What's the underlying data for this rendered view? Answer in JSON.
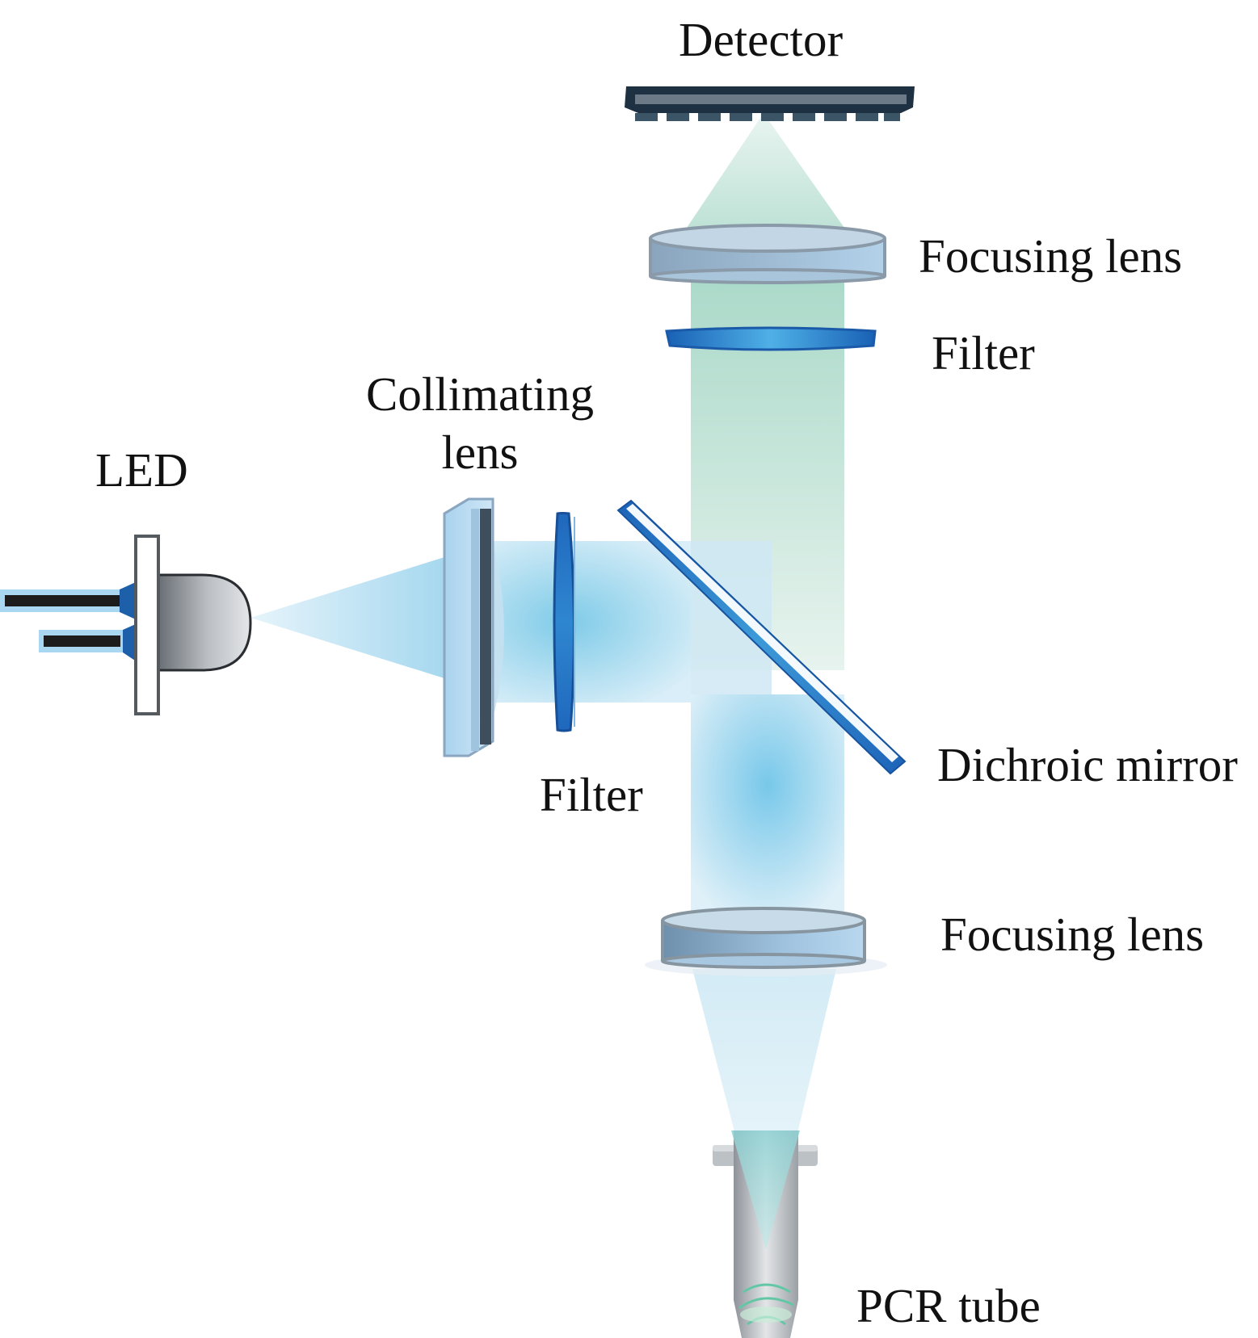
{
  "labels": {
    "detector": "Detector",
    "focusing_lens_top": "Focusing lens",
    "filter_top": "Filter",
    "collimating_lens_line1": "Collimating",
    "collimating_lens_line2": "lens",
    "led": "LED",
    "dichroic_mirror": "Dichroic mirror",
    "filter_left": "Filter",
    "focusing_lens_bottom": "Focusing lens",
    "pcr_tube": "PCR tube"
  },
  "colors": {
    "excitation_beam": "#7fcbe8",
    "emission_beam": "#a8d8c8",
    "filter_blue": "#1a6fc0",
    "lens_gray_blue": "#9ab6d0",
    "detector_dark": "#1e3142",
    "label_text": "#111111"
  },
  "icons": {
    "detector": "detector-array-icon",
    "led": "led-icon",
    "pcr_tube": "pcr-tube-icon"
  }
}
